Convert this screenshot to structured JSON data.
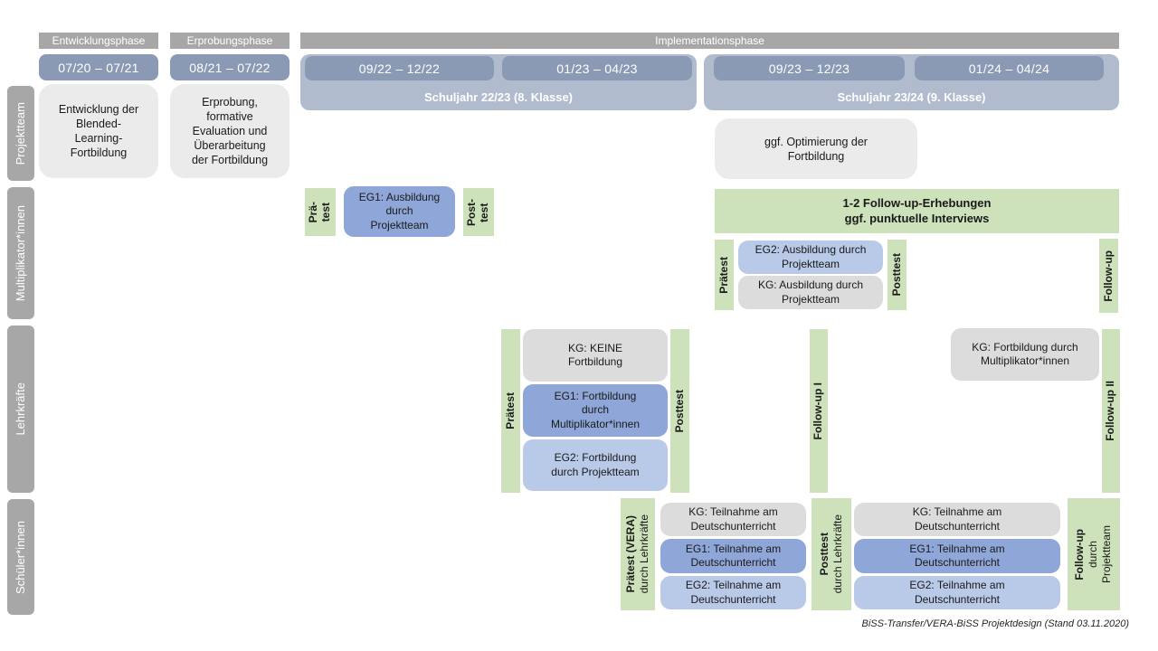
{
  "caption": "BiSS-Transfer/VERA-BiSS Projektdesign (Stand 03.11.2020)",
  "colors": {
    "header_gray": "#a7a7a7",
    "date_bar_blue": "#8a9ab5",
    "school_year_band": "#b1bbce",
    "light_gray_box": "#ebebeb",
    "kg_gray": "#dcdcdc",
    "eg1_blue": "#8fa6d8",
    "eg2_light_blue": "#b9c9e8",
    "green": "#cde2bb",
    "text": "#1a1a1a",
    "white_text": "#ffffff"
  },
  "sidebar": {
    "projektteam": "Projektteam",
    "multiplikatoren": "Multiplikator*innen",
    "lehrkraefte": "Lehrkräfte",
    "schueler": "Schüler*innen"
  },
  "phases": {
    "entwicklung": "Entwicklungsphase",
    "erprobung": "Erprobungsphase",
    "implementation": "Implementationsphase"
  },
  "dates": {
    "d1": "07/20 – 07/21",
    "d2": "08/21 – 07/22",
    "d3": "09/22 – 12/22",
    "d4": "01/23 – 04/23",
    "d5": "09/23 – 12/23",
    "d6": "01/24 – 04/24"
  },
  "schuljahr": {
    "sj1": "Schuljahr 22/23 (8. Klasse)",
    "sj2": "Schuljahr 23/24 (9. Klasse)"
  },
  "projektteam": {
    "entwicklung": "Entwicklung der\nBlended-\nLearning-\nFortbildung",
    "erprobung": "Erprobung,\nformative\nEvaluation und\nÜberarbeitung\nder Fortbildung",
    "optimierung": "ggf. Optimierung der\nFortbildung"
  },
  "multiplikatoren": {
    "praetest": "Prä-\ntest",
    "eg1": "EG1: Ausbildung\ndurch\nProjektteam",
    "posttest": "Post-\ntest",
    "followup_box": "1-2 Follow-up-Erhebungen\nggf. punktuelle Interviews",
    "praetest2": "Prätest",
    "eg2": "EG2: Ausbildung durch\nProjektteam",
    "kg": "KG: Ausbildung durch\nProjektteam",
    "posttest2": "Posttest",
    "followup": "Follow-up"
  },
  "lehrkraefte": {
    "praetest": "Prätest",
    "kg": "KG: KEINE\nFortbildung",
    "eg1": "EG1: Fortbildung\ndurch\nMultiplikator*innen",
    "eg2": "EG2: Fortbildung\ndurch Projektteam",
    "posttest": "Posttest",
    "followup1": "Follow-up I",
    "kg2": "KG: Fortbildung durch\nMultiplikator*innen",
    "followup2": "Follow-up II"
  },
  "schueler": {
    "praetest_label": "Prätest (VERA)",
    "praetest_sub": "durch  Lehrkräfte",
    "kg": "KG: Teilnahme am\nDeutschunterricht",
    "eg1": "EG1: Teilnahme am\nDeutschunterricht",
    "eg2": "EG2: Teilnahme am\nDeutschunterricht",
    "posttest_label": "Posttest",
    "posttest_sub": "durch  Lehrkräfte",
    "kg2": "KG: Teilnahme am\nDeutschunterricht",
    "eg1b": "EG1: Teilnahme am\nDeutschunterricht",
    "eg2b": "EG2: Teilnahme am\nDeutschunterricht",
    "followup_label": "Follow-up",
    "followup_sub1": "durch",
    "followup_sub2": "Projektteam"
  }
}
